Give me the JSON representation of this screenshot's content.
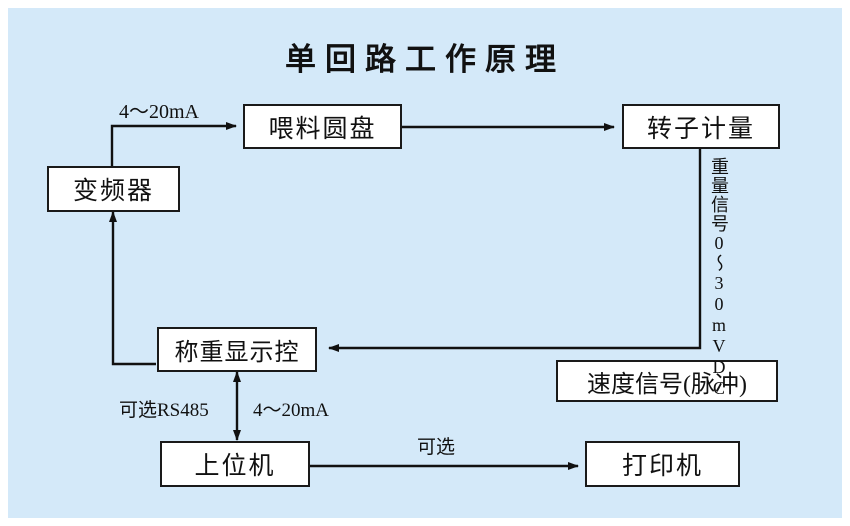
{
  "diagram": {
    "title": "单回路工作原理",
    "type": "flowchart",
    "background_color": "#d4e9f9",
    "box_fill_color": "#ffffff",
    "line_color": "#111111",
    "nodes": [
      {
        "id": "inverter",
        "label": "变频器"
      },
      {
        "id": "feed_disk",
        "label": "喂料圆盘"
      },
      {
        "id": "rotor",
        "label": "转子计量"
      },
      {
        "id": "weigh_ctrl",
        "label": "称重显示控"
      },
      {
        "id": "speed_sig",
        "label": "速度信号(脉冲)"
      },
      {
        "id": "host_pc",
        "label": "上位机"
      },
      {
        "id": "printer",
        "label": "打印机"
      }
    ],
    "edge_labels": {
      "inverter_to_feed_disk": "4～20mA",
      "rotor_to_weigh_ctrl": "重量信号0～30mVDC",
      "weigh_ctrl_to_host_left": "可选RS485",
      "weigh_ctrl_to_host_right": "4～20mA",
      "host_to_printer": "可选"
    },
    "edges": [
      {
        "from": "inverter",
        "to": "feed_disk",
        "label": "4～20mA",
        "direction": "one-way"
      },
      {
        "from": "feed_disk",
        "to": "rotor",
        "label": "",
        "direction": "one-way"
      },
      {
        "from": "rotor",
        "to": "weigh_ctrl",
        "label": "重量信号0～30mVDC",
        "direction": "one-way"
      },
      {
        "from": "weigh_ctrl",
        "to": "inverter",
        "label": "",
        "direction": "one-way"
      },
      {
        "from": "weigh_ctrl",
        "to": "host_pc",
        "label": "可选RS485 / 4～20mA",
        "direction": "two-way"
      },
      {
        "from": "host_pc",
        "to": "printer",
        "label": "可选",
        "direction": "one-way"
      }
    ]
  }
}
